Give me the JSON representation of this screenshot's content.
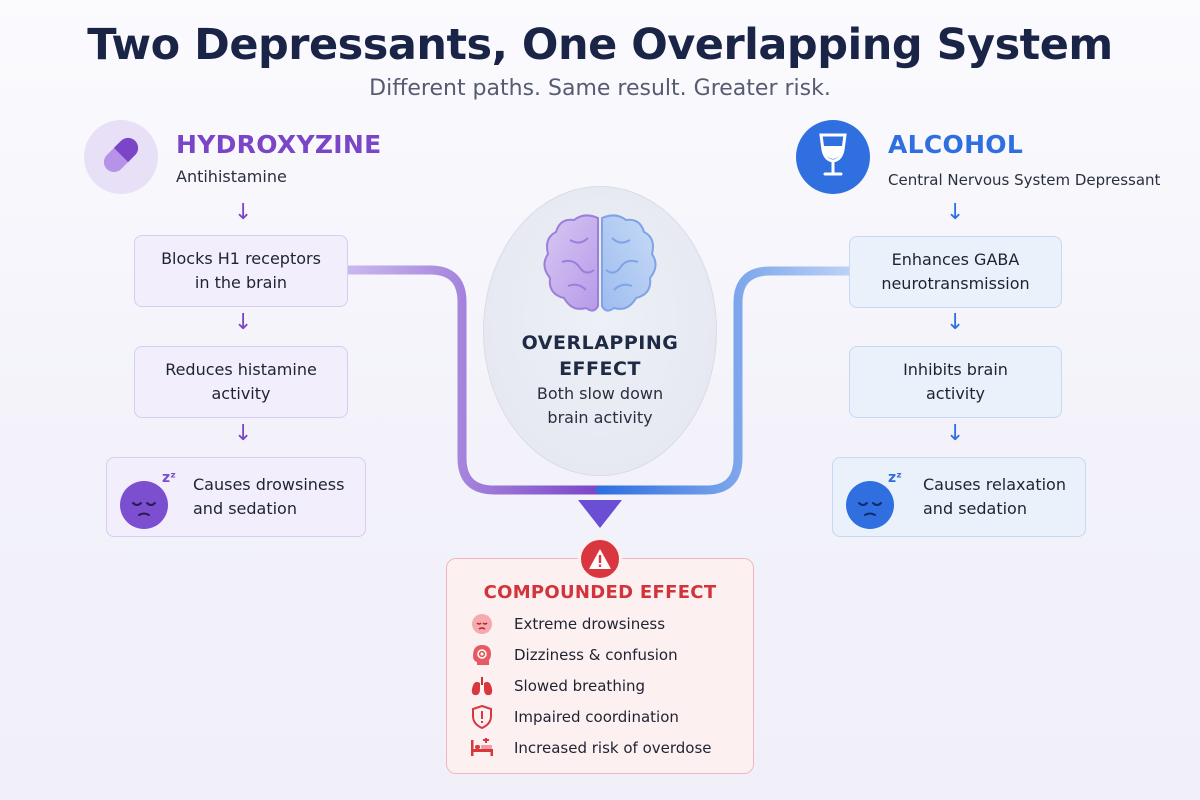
{
  "title": "Two Depressants, One Overlapping System",
  "subtitle": "Different paths. Same result. Greater risk.",
  "hydroxyzine": {
    "name": "HYDROXYZINE",
    "class": "Antihistamine",
    "icon": "pill-icon",
    "color": "#7a45c7",
    "steps": [
      {
        "line1": "Blocks H1 receptors",
        "line2": "in the brain"
      },
      {
        "line1": "Reduces histamine",
        "line2": "activity"
      },
      {
        "line1": "Causes drowsiness",
        "line2": "and sedation"
      }
    ],
    "sleep_glyph": "zᶻ"
  },
  "alcohol": {
    "name": "ALCOHOL",
    "class": "Central Nervous System Depressant",
    "icon": "wine-glass-icon",
    "color": "#2f6fe0",
    "steps": [
      {
        "line1": "Enhances GABA",
        "line2": "neurotransmission"
      },
      {
        "line1": "Inhibits brain",
        "line2": "activity"
      },
      {
        "line1": "Causes relaxation",
        "line2": "and sedation"
      }
    ],
    "sleep_glyph": "zᶻ"
  },
  "overlap": {
    "title_line1": "OVERLAPPING",
    "title_line2": "EFFECT",
    "text_line1": "Both slow down",
    "text_line2": "brain activity",
    "icon": "brain-icon"
  },
  "compounded": {
    "title": "COMPOUNDED EFFECT",
    "color": "#d2343c",
    "icon": "warning-icon",
    "effects": [
      {
        "label": "Extreme drowsiness",
        "icon": "sleepy-face-icon"
      },
      {
        "label": "Dizziness & confusion",
        "icon": "dizzy-head-icon"
      },
      {
        "label": "Slowed breathing",
        "icon": "lungs-icon"
      },
      {
        "label": "Impaired coordination",
        "icon": "shield-alert-icon"
      },
      {
        "label": "Increased risk of overdose",
        "icon": "hospital-bed-icon"
      }
    ]
  }
}
